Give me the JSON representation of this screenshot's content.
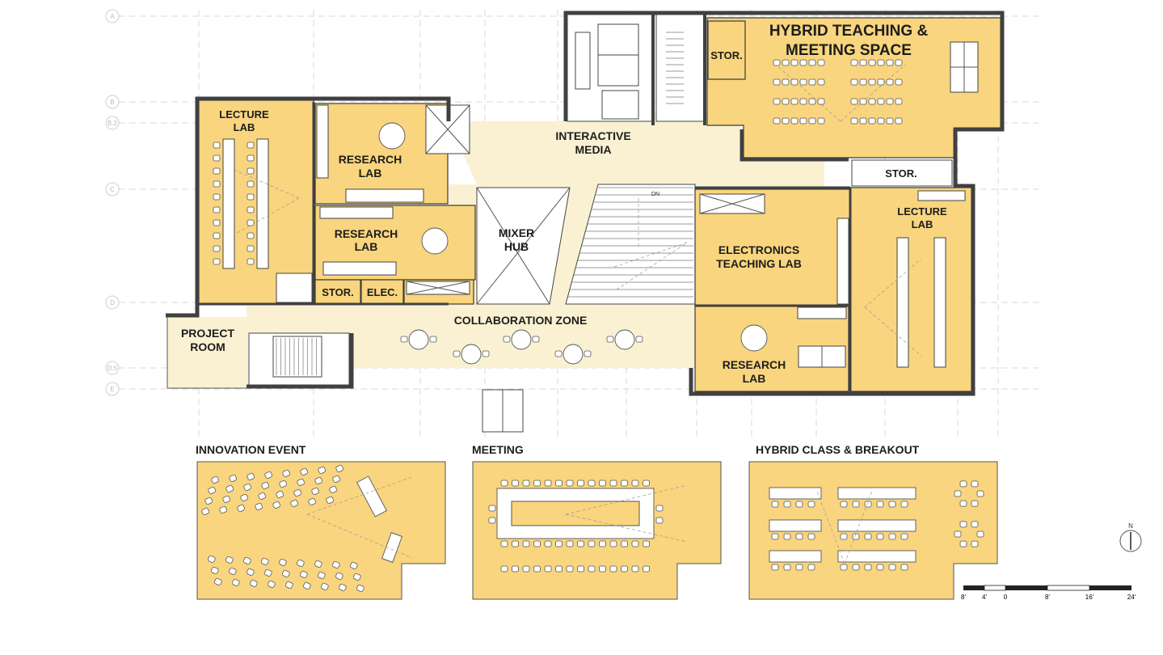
{
  "grid_lines": [
    "A",
    "B",
    "B.2",
    "C",
    "D",
    "D.5",
    "E"
  ],
  "rooms": {
    "hybrid_title_line1": "HYBRID TEACHING &",
    "hybrid_title_line2": "MEETING SPACE",
    "stor_top": "STOR.",
    "stor_right": "STOR.",
    "lecture_lab_left_1": "LECTURE",
    "lecture_lab_left_2": "LAB",
    "research_lab_1a": "RESEARCH",
    "research_lab_1b": "LAB",
    "research_lab_2a": "RESEARCH",
    "research_lab_2b": "LAB",
    "interactive_media_1": "INTERACTIVE",
    "interactive_media_2": "MEDIA",
    "mixer_hub_1": "MIXER",
    "mixer_hub_2": "HUB",
    "stor_left": "STOR.",
    "elec": "ELEC.",
    "electronics_1": "ELECTRONICS",
    "electronics_2": "TEACHING LAB",
    "lecture_lab_right_1": "LECTURE",
    "lecture_lab_right_2": "LAB",
    "project_room_1": "PROJECT",
    "project_room_2": "ROOM",
    "collaboration_zone": "COLLABORATION ZONE",
    "research_lab_3a": "RESEARCH",
    "research_lab_3b": "LAB",
    "stair_dn": "DN"
  },
  "options": [
    {
      "title": "INNOVATION EVENT"
    },
    {
      "title": "MEETING"
    },
    {
      "title": "HYBRID CLASS & BREAKOUT"
    }
  ],
  "scale_bar": {
    "labels": [
      "8'",
      "4'",
      "0",
      "8'",
      "16'",
      "24'"
    ]
  },
  "north_arrow": {
    "label": "N"
  },
  "colors": {
    "room_fill": "#f8d57e",
    "corridor_fill": "#faf1d3",
    "wall": "#404040"
  }
}
